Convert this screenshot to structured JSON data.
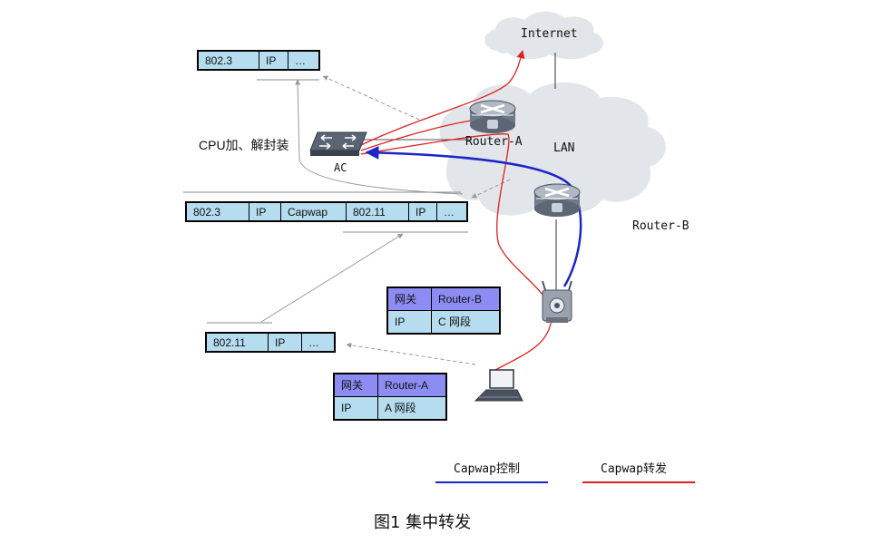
{
  "labels": {
    "internet": "Internet",
    "lan": "LAN",
    "router_a": "Router-A",
    "router_b": "Router-B",
    "ac": "AC",
    "cpu": "CPU加、解封装"
  },
  "packets": {
    "top": [
      "802.3",
      "IP",
      "…"
    ],
    "middle": [
      "802.3",
      "IP",
      "Capwap",
      "802.11",
      "IP",
      "…"
    ],
    "bottom": [
      "802.11",
      "IP",
      "…"
    ]
  },
  "gateway_tables": {
    "router_b": {
      "header": [
        "网关",
        "Router-B"
      ],
      "row": [
        "IP",
        "C 网段"
      ]
    },
    "router_a": {
      "header": [
        "网关",
        "Router-A"
      ],
      "row": [
        "IP",
        "A 网段"
      ]
    }
  },
  "legend": {
    "control": {
      "label": "Capwap控制",
      "color": "#1a26c8"
    },
    "forward": {
      "label": "Capwap转发",
      "color": "#e02020"
    }
  },
  "caption": "图1 集中转发",
  "colors": {
    "packet_fill": "#b5dcef",
    "table_header_fill": "#8c8cf2",
    "cloud": "#e2e5e9",
    "control_path": "#1a26c8",
    "forward_path": "#e02020"
  }
}
